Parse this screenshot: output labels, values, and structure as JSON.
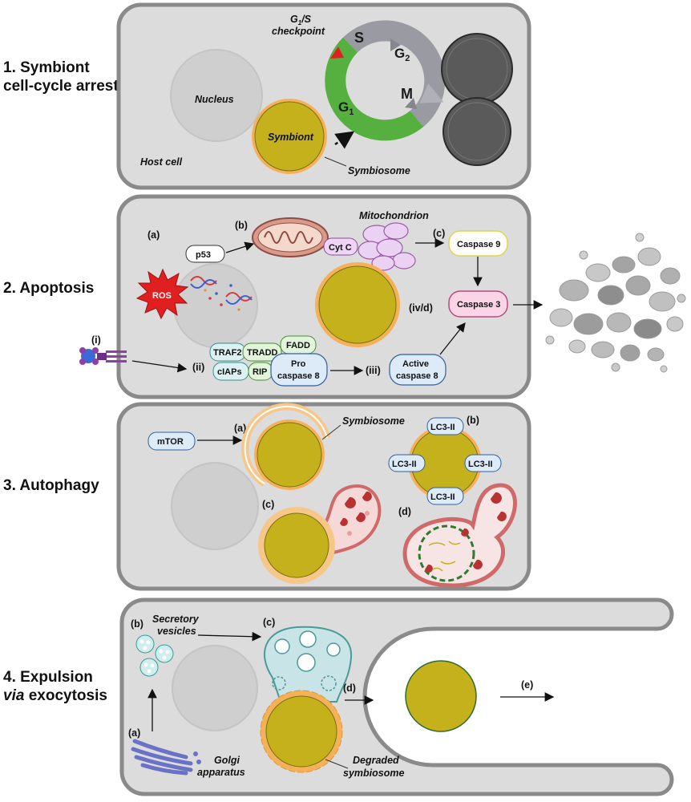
{
  "panels": {
    "p1": {
      "title_line1": "1.  Symbiont",
      "title_line2": "cell-cycle arrest",
      "nucleus": "Nucleus",
      "symbiont": "Symbiont",
      "host_cell": "Host cell",
      "symbiosome": "Symbiosome",
      "checkpoint_line1": "G",
      "checkpoint_sub": "1",
      "checkpoint_rest": "/S",
      "checkpoint_line2": "checkpoint",
      "phase_s": "S",
      "phase_g2": "G",
      "phase_g2_sub": "2",
      "phase_m": "M",
      "phase_g1": "G",
      "phase_g1_sub": "1"
    },
    "p2": {
      "title": "2.  Apoptosis",
      "a": "(a)",
      "b": "(b)",
      "c": "(c)",
      "i": "(i)",
      "ii": "(ii)",
      "iii": "(iii)",
      "ivd": "(iv/d)",
      "p53": "p53",
      "ros": "ROS",
      "mitochondrion": "Mitochondrion",
      "cytc": "Cyt C",
      "caspase9": "Caspase 9",
      "caspase3": "Caspase 3",
      "traf2": "TRAF2",
      "tradd": "TRADD",
      "fadd": "FADD",
      "ciaps": "cIAPs",
      "rip": "RIP",
      "procasp_line1": "Pro",
      "procasp_line2": "caspase 8",
      "active_line1": "Active",
      "active_line2": "caspase 8"
    },
    "p3": {
      "title": "3.  Autophagy",
      "mtor": "mTOR",
      "a": "(a)",
      "b": "(b)",
      "c": "(c)",
      "d": "(d)",
      "symbiosome": "Symbiosome",
      "lc3": "LC3-II"
    },
    "p4": {
      "title_line1": "4.  Expulsion",
      "title_line2_it": "via",
      "title_line2_rest": " exocytosis",
      "a": "(a)",
      "b": "(b)",
      "c": "(c)",
      "d": "(d)",
      "e": "(e)",
      "secretory_line1": "Secretory",
      "secretory_line2": "vesicles",
      "golgi_line1": "Golgi",
      "golgi_line2": "apparatus",
      "degraded_line1": "Degraded",
      "degraded_line2": "symbiosome"
    }
  },
  "colors": {
    "cell_fill": "#dcdcdc",
    "cell_border": "#8a8a8a",
    "nucleus": "#cfcfcf",
    "symbiont": "#c4b11c",
    "symbiosome_ring": "#f5b15a",
    "g1_green": "#56b03f",
    "cycle_grey": "#9a9aa2",
    "daughter_cell": "#5a5a5a",
    "ros_red": "#e02020"
  }
}
